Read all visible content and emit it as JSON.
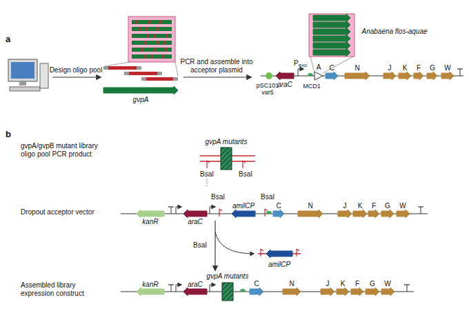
{
  "diagram": {
    "labels": [
      "a",
      "Design oligo pool",
      "gvpA",
      "PCR and assemble into acceptor plasmid",
      "Anabaena flos-aquae",
      "araC",
      "P",
      "BAD",
      "pSC101 var5",
      "MCD1",
      "A",
      "C",
      "N",
      "J",
      "K",
      "F",
      "G",
      "W",
      "b",
      "gvpA/gvpB mutant library oligo pool PCR product",
      "gvpA mutants",
      "BsaI",
      "BsaI",
      "Dropout acceptor vector",
      "kanR",
      "araC",
      "BsaI",
      "amilCP",
      "BsaI",
      "C",
      "N",
      "J",
      "K",
      "F",
      "G",
      "W",
      "BsaI",
      "amilCP",
      "Assembled library expression construct",
      "kanR",
      "araC",
      "gvpA mutants",
      "C",
      "N",
      "J",
      "K",
      "F",
      "G",
      "W"
    ]
  }
}
